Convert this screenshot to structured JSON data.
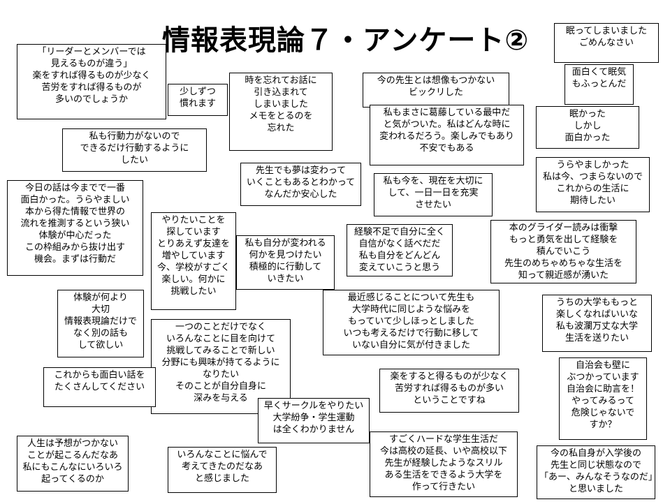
{
  "title": "情報表現論７・アンケート②",
  "notes": [
    {
      "id": "leader-member",
      "lines": [
        "「リーダーとメンバーでは",
        "見えるものが違う」",
        "楽をすれば得るものが少なく",
        "苦労をすれば得るものが",
        "多いのでしょうか"
      ]
    },
    {
      "id": "gradually-used",
      "lines": [
        "少しずつ",
        "慣れます"
      ]
    },
    {
      "id": "forgot-time",
      "lines": [
        "時を忘れてお話に",
        "引き込まれて",
        "しまいました",
        "メモをとるのを",
        "忘れた"
      ]
    },
    {
      "id": "unimaginable-teacher",
      "lines": [
        "今の先生とは想像もつかない",
        "ビックリした"
      ]
    },
    {
      "id": "fell-asleep-sorry",
      "lines": [
        "眠ってしまいました",
        "ごめんなさい"
      ]
    },
    {
      "id": "sleepiness-gone",
      "lines": [
        "面白くて眠気",
        "もふっとんだ"
      ]
    },
    {
      "id": "in-conflict",
      "lines": [
        "私もまさに葛藤している最中だ",
        "と気がついた。私はどんな時に",
        "変われるだろう。楽しみでもあり",
        "不安でもある"
      ]
    },
    {
      "id": "sleepy-but-interesting",
      "lines": [
        "眠かった",
        "しかし",
        "面白かった"
      ]
    },
    {
      "id": "no-initiative",
      "lines": [
        "私も行動力がないので",
        "できるだけ行動するように",
        "したい"
      ]
    },
    {
      "id": "dreams-change",
      "lines": [
        "先生でも夢は変わって",
        "いくこともあるとわかって",
        "なんだか安心した"
      ]
    },
    {
      "id": "cherish-now",
      "lines": [
        "私も今を、現在を大切に",
        "して、一日一日を充実",
        "させたい"
      ]
    },
    {
      "id": "envious",
      "lines": [
        "うらやましかった",
        "私は今、つまらないので",
        "これからの生活に",
        "期待したい"
      ]
    },
    {
      "id": "most-interesting",
      "lines": [
        "今日の話は今までで一番",
        "面白かった。うらやましい",
        "本から得た情報で世界の",
        "流れを推測するという狭い",
        "体験が中心だった",
        "この枠組みから抜け出す",
        "機会。まずは行動だ"
      ]
    },
    {
      "id": "want-to-do",
      "lines": [
        "やりたいことを",
        "探しています",
        "とりあえず友達を",
        "増やしています",
        "今、学校がすごく",
        "楽しい。何かに",
        "挑戦したい"
      ]
    },
    {
      "id": "me-too-change",
      "lines": [
        "私も自分が変われる",
        "何かを見つけたい",
        "積極的に行動して",
        "いきたい"
      ]
    },
    {
      "id": "lack-experience",
      "lines": [
        "経験不足で自分に全く",
        "自信がなく話べだだ",
        "私も自分をどんどん",
        "変えていこうと思う"
      ]
    },
    {
      "id": "glider-book",
      "lines": [
        "本のグライダー読みは衝撃",
        "もっと勇気を出して経験を",
        "積んでいこう",
        "先生のめちゃめちゃな生活を",
        "知って親近感が湧いた"
      ]
    },
    {
      "id": "experience-matters",
      "lines": [
        "体験が何より",
        "大切",
        "情報表現論だけで",
        "なく別の話も",
        "して欲しい"
      ]
    },
    {
      "id": "same-worries",
      "lines": [
        "最近感じることについて先生も",
        "大学時代に同じような悩みを",
        "もっていて少しほっとしました",
        "いつも考えるだけで行動に移して",
        "いない自分に気が付きました"
      ]
    },
    {
      "id": "our-university",
      "lines": [
        "うちの大学ももっと",
        "楽しくなればいいな",
        "私も波瀾万丈な大学",
        "生活を送りたい"
      ]
    },
    {
      "id": "not-just-one",
      "lines": [
        "一つのことだけでなく",
        "いろんなことに目を向けて",
        "挑戦してみることで新しい",
        "分野にも興味が持てるように",
        "なりたい",
        "そのことが自分自身に",
        "深みを与える"
      ]
    },
    {
      "id": "more-stories",
      "lines": [
        "これからも面白い話を",
        "たくさんしてください"
      ]
    },
    {
      "id": "easy-less-gain",
      "lines": [
        "楽をすると得るものが少なく",
        "苦労すれば得るものが多い",
        "ということですね"
      ]
    },
    {
      "id": "student-council",
      "lines": [
        "自治会も壁に",
        "ぶつかっています",
        "自治会に助言を！",
        "やってみるって",
        "危険じゃないで",
        "すか？"
      ]
    },
    {
      "id": "circle",
      "lines": [
        "早くサークルをやりたい",
        "大学紛争・学生運動",
        "は全くわかりません"
      ]
    },
    {
      "id": "life-unpredictable",
      "lines": [
        "人生は予想がつかない",
        "ことが起こるんだなあ",
        "私にもこんなにいろいろ",
        "起ってくるのか"
      ]
    },
    {
      "id": "worrying",
      "lines": [
        "いろんなことに悩んで",
        "考えてきたのだなあ",
        "と感じました"
      ]
    },
    {
      "id": "hard-student-life",
      "lines": [
        "すごくハードな学生生活だ",
        "今は高校の延長、いや高校以下",
        "先生が経験したようなスリル",
        "ある生活をできるよう大学を",
        "作って行きたい"
      ]
    },
    {
      "id": "same-state",
      "lines": [
        "今の私自身が入学後の",
        "先生と同じ状態なので",
        "「あー、みんなそうなのだ」",
        "と思いました"
      ]
    }
  ]
}
